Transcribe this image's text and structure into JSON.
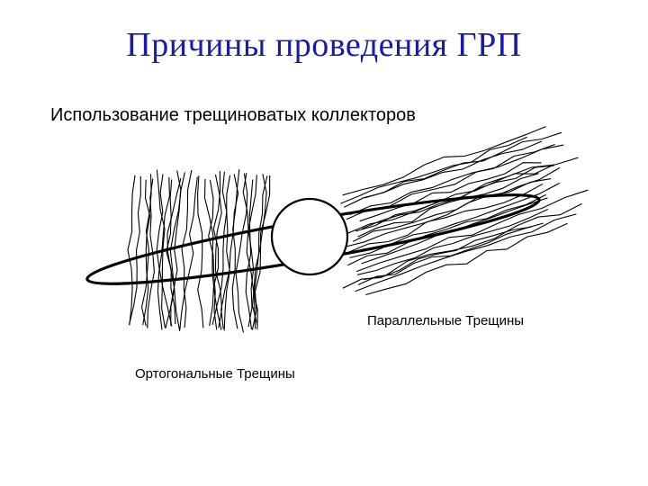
{
  "title": "Причины проведения ГРП",
  "subtitle": "Использование трещиноватых коллекторов",
  "labels": {
    "parallel": "Параллельные Трещины",
    "orthogonal": "Ортогональные Трещины"
  },
  "colors": {
    "title": "#1a1aa8",
    "text": "#000000",
    "lines": "#000000"
  }
}
